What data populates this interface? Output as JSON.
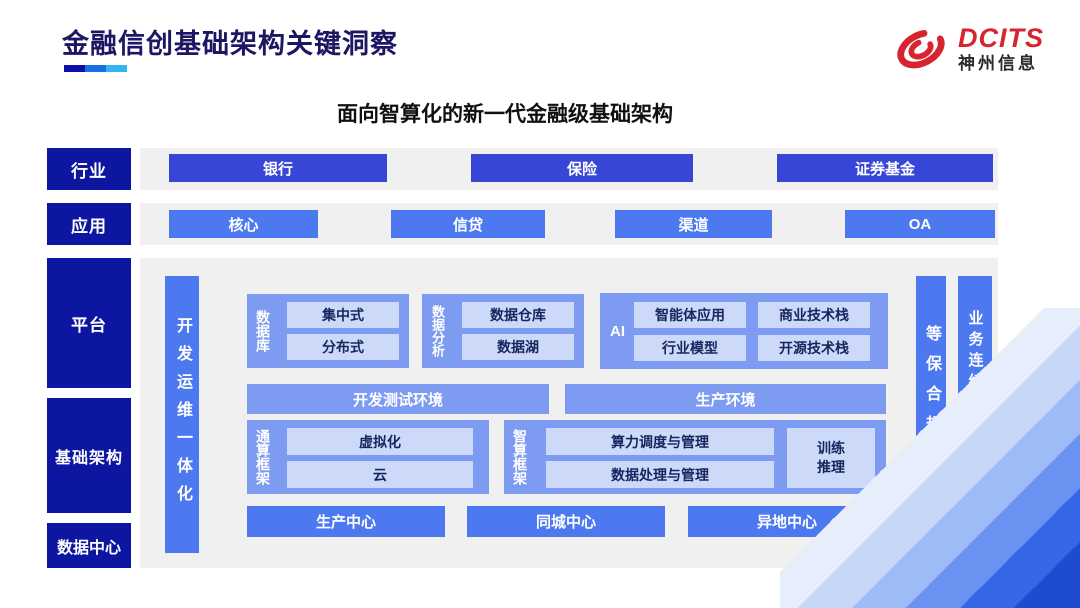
{
  "slide": {
    "title": "金融信创基础架构关键洞察",
    "subtitle": "面向智算化的新一代金融级基础架构"
  },
  "logo": {
    "brand": "DCITS",
    "company": "神州信息",
    "swirl_icon": "red-swirl"
  },
  "sidebar": {
    "industry": "行业",
    "application": "应用",
    "platform": "平台",
    "infrastructure": "基础架构",
    "datacenter": "数据中心"
  },
  "industry_row": {
    "bank": "银行",
    "insurance": "保险",
    "securities": "证券基金"
  },
  "application_row": {
    "core": "核心",
    "credit": "信贷",
    "channel": "渠道",
    "oa": "OA"
  },
  "platform_area": {
    "devops_bar": "开发运维一体化",
    "database": {
      "label": "数据库",
      "centralized": "集中式",
      "distributed": "分布式"
    },
    "analytics": {
      "label": "数据分析",
      "warehouse": "数据仓库",
      "lake": "数据湖"
    },
    "ai": {
      "label": "AI",
      "agent_app": "智能体应用",
      "commercial_stack": "商业技术栈",
      "industry_model": "行业模型",
      "open_source_stack": "开源技术栈"
    },
    "dev_test_env": "开发测试环境",
    "production_env": "生产环境",
    "general_framework": {
      "label": "通算框架",
      "virtualization": "虚拟化",
      "cloud": "云"
    },
    "intelligent_framework": {
      "label": "智算框架",
      "compute_scheduling": "算力调度与管理",
      "data_processing": "数据处理与管理",
      "training_inference": "训练\n推理"
    },
    "centers": {
      "production": "生产中心",
      "same_city": "同城中心",
      "remote": "异地中心"
    },
    "security_bar": "等保合规安全",
    "continuity_bar": "业务连续性及数据保护"
  },
  "colors": {
    "title_navy": "#1d1663",
    "sidebar_navy": "#0d16a0",
    "royal_blue": "#3846d8",
    "bright_blue": "#4c79f0",
    "periwinkle": "#7e9bf2",
    "light_box": "#ccd9f8",
    "light_box_text": "#16255e",
    "band_gray": "#f0f0f1",
    "logo_red": "#d6252f",
    "underline_segments": [
      "#0a10a8",
      "#1a6fe0",
      "#35b4f2"
    ]
  }
}
